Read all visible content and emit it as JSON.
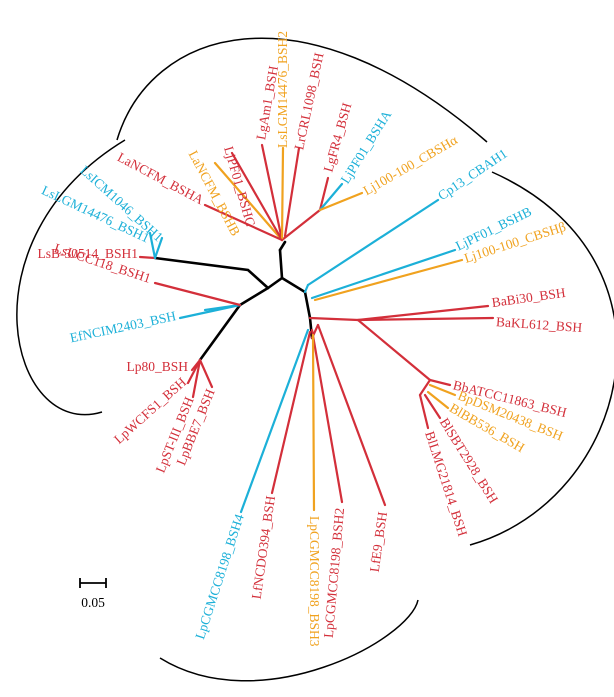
{
  "colors": {
    "red": "#d32f3a",
    "orange": "#f0a21f",
    "blue": "#1cb0d8",
    "black": "#000000"
  },
  "scale_bar": {
    "label": "0.05"
  },
  "leaves": [
    {
      "id": "LaNCFM_BSHB",
      "label": "LaNCFM_BSHB",
      "color": "orange"
    },
    {
      "id": "LjPF01_BSHC",
      "label": "LjPF01_BSHC",
      "color": "red"
    },
    {
      "id": "LgAm1_BSH",
      "label": "LgAm1_BSH",
      "color": "red"
    },
    {
      "id": "LsLGM14476_BSH2",
      "label": "LsLGM14476_BSH2",
      "color": "orange"
    },
    {
      "id": "LrCRL1098_BSH",
      "label": "LrCRL1098_BSH",
      "color": "red"
    },
    {
      "id": "LgFR4_BSH",
      "label": "LgFR4_BSH",
      "color": "red"
    },
    {
      "id": "LjPF01_BSHA",
      "label": "LjPF01_BSHA",
      "color": "blue"
    },
    {
      "id": "Lj100-100_CBSHa",
      "label": "Lj100-100_CBSHα",
      "color": "orange"
    },
    {
      "id": "Cp13_CBAH1",
      "label": "Cp13_CBAH1",
      "color": "blue"
    },
    {
      "id": "LjPF01_BSHB",
      "label": "LjPF01_BSHB",
      "color": "blue"
    },
    {
      "id": "Lj100-100_CBSHb",
      "label": "Lj100-100_CBSHβ",
      "color": "orange"
    },
    {
      "id": "BaBi30_BSH",
      "label": "BaBi30_BSH",
      "color": "red"
    },
    {
      "id": "BaKL612_BSH",
      "label": "BaKL612_BSH",
      "color": "red"
    },
    {
      "id": "BbATCC11863_BSH",
      "label": "BbATCC11863_BSH",
      "color": "red"
    },
    {
      "id": "BpDSM20438_BSH",
      "label": "BpDSM20438_BSH",
      "color": "orange"
    },
    {
      "id": "BlBB536_BSH",
      "label": "BlBB536_BSH",
      "color": "orange"
    },
    {
      "id": "BlSBT2928_BSH",
      "label": "BlSBT2928_BSH",
      "color": "red"
    },
    {
      "id": "BlLMG21814_BSH",
      "label": "BlLMG21814_BSH",
      "color": "red"
    },
    {
      "id": "LfE9_BSH",
      "label": "LfE9_BSH",
      "color": "red"
    },
    {
      "id": "LpCGMCC8198_BSH2",
      "label": "LpCGMCC8198_BSH2",
      "color": "red"
    },
    {
      "id": "LpCGMCC8198_BSH3",
      "label": "LpCGMCC8198_BSH3",
      "color": "orange"
    },
    {
      "id": "LfNCDO394_BSH",
      "label": "LfNCDO394_BSH",
      "color": "red"
    },
    {
      "id": "LpCGMCC8198_BSH4",
      "label": "LpCGMCC8198_BSH4",
      "color": "blue"
    },
    {
      "id": "LpBBE7_BSH",
      "label": "LpBBE7_BSH",
      "color": "red"
    },
    {
      "id": "LpST-III_BSH",
      "label": "LpST-III_BSH",
      "color": "red"
    },
    {
      "id": "LpWCFS1_BSH",
      "label": "LpWCFS1_BSH",
      "color": "red"
    },
    {
      "id": "Lp80_BSH",
      "label": "Lp80_BSH",
      "color": "red"
    },
    {
      "id": "EfNCIM2403_BSH",
      "label": "EfNCIM2403_BSH",
      "color": "blue"
    },
    {
      "id": "LsUCC118_BSH1",
      "label": "LsUCC118_BSH1",
      "color": "red"
    },
    {
      "id": "LsB-30514_BSH1",
      "label": "LsB-30514_BSH1",
      "color": "red"
    },
    {
      "id": "LsLGM14476_BSH1",
      "label": "LsLGM14476_BSH1",
      "color": "blue"
    },
    {
      "id": "LsICM1046_BSH1",
      "label": "LsICM1046_BSH1",
      "color": "blue"
    },
    {
      "id": "LaNCFM_BSHA",
      "label": "LaNCFM_BSHA",
      "color": "red"
    }
  ]
}
